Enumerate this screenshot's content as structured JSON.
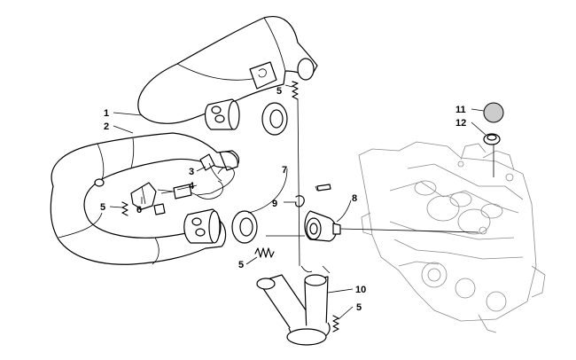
{
  "callouts": {
    "c1": "1",
    "c2": "2",
    "c3": "3",
    "c4": "4",
    "c5a": "5",
    "c5b": "5",
    "c5c": "5",
    "c5d": "5",
    "c6": "6",
    "c7": "7",
    "c8": "8",
    "c9": "9",
    "c10": "10",
    "c11": "11",
    "c12": "12"
  },
  "colors": {
    "line": "#000000",
    "engine": "#8a8a8a",
    "cap": "#cccccc"
  }
}
